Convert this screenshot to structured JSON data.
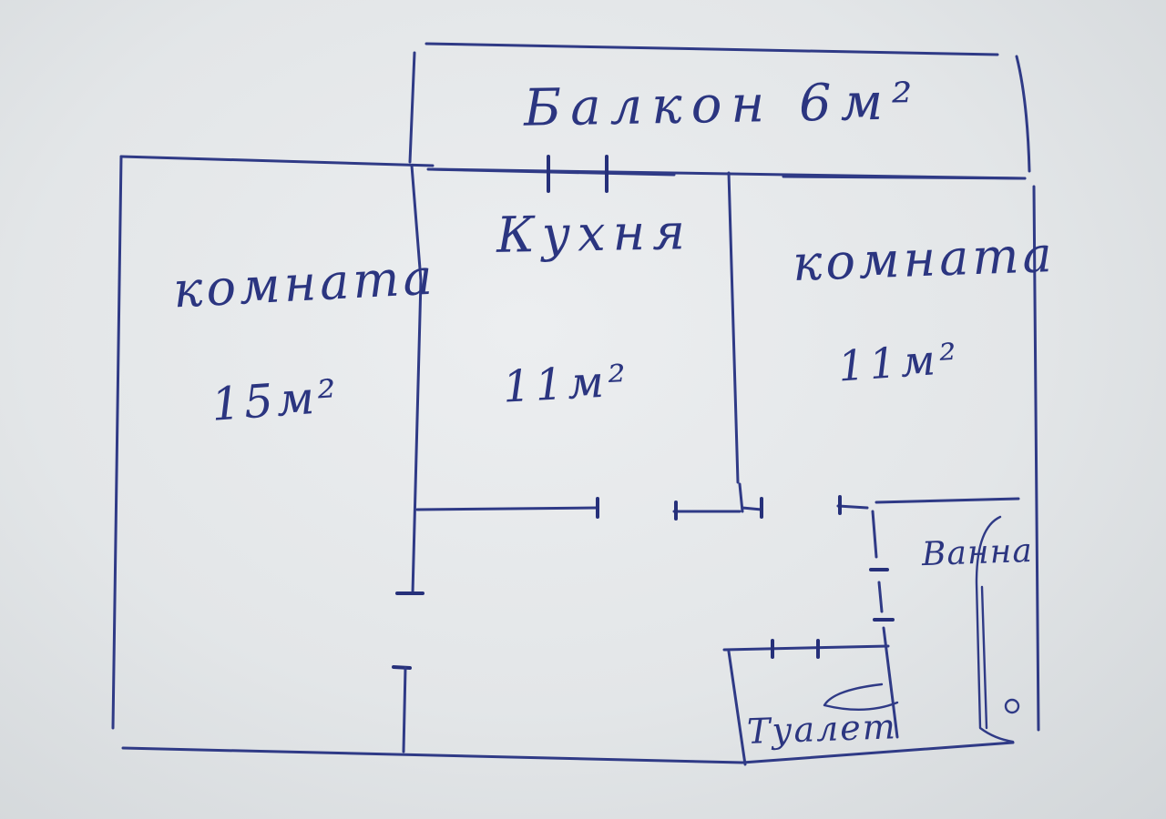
{
  "rooms": {
    "balcony": {
      "label": "Балкон 6м²"
    },
    "room_left": {
      "name": "комната",
      "area": "15м²"
    },
    "kitchen": {
      "name": "Кухня",
      "area": "11м²"
    },
    "room_right": {
      "name": "комната",
      "area": "11м²"
    },
    "bathroom": {
      "name": "Ванна"
    },
    "toilet": {
      "name": "Туалет"
    }
  },
  "colors": {
    "ink": "#2f3a86",
    "paper": "#e7e9eb"
  }
}
